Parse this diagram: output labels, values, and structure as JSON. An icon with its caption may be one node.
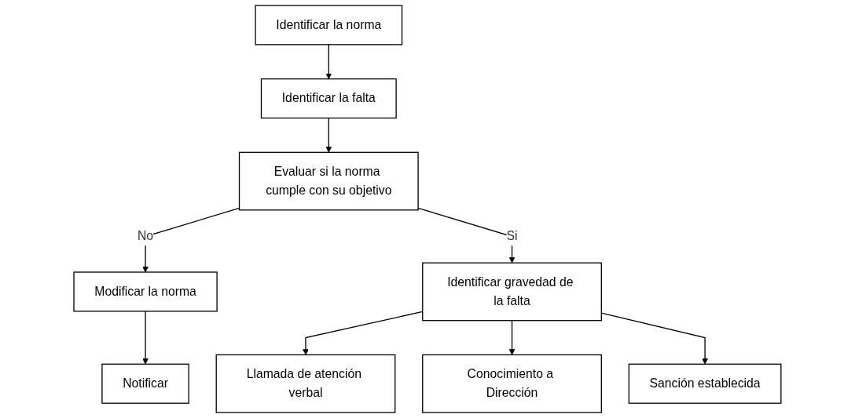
{
  "diagram": {
    "nodes": [
      {
        "text": [
          "Identificar la norma"
        ]
      },
      {
        "text": [
          "Identificar la falta"
        ]
      },
      {
        "text": [
          "Evaluar si la norma cumple con su objetivo"
        ]
      },
      {
        "text": [
          "Modificar la norma"
        ]
      },
      {
        "text": [
          "Identificar gravedad de la falta"
        ]
      },
      {
        "text": [
          "Notificar"
        ]
      },
      {
        "text": [
          "Llamada de atención verbal"
        ]
      },
      {
        "text": [
          "Conocimiento a Dirección"
        ]
      },
      {
        "text": [
          "Sanción establecida"
        ]
      }
    ],
    "edges": [
      {
        "from": 0,
        "to": 1,
        "arrow": "to"
      },
      {
        "from": 1,
        "to": 2,
        "arrow": "to"
      },
      {
        "from": 2,
        "to": 3,
        "label": "No",
        "arrow": "to"
      },
      {
        "from": 2,
        "to": 4,
        "label": "Si",
        "arrow": "to"
      },
      {
        "from": 3,
        "to": 5,
        "arrow": "to"
      },
      {
        "from": 4,
        "to": 6,
        "arrow": "to"
      },
      {
        "from": 4,
        "to": 7,
        "arrow": "to"
      },
      {
        "from": 4,
        "to": 8,
        "arrow": "to"
      }
    ]
  }
}
